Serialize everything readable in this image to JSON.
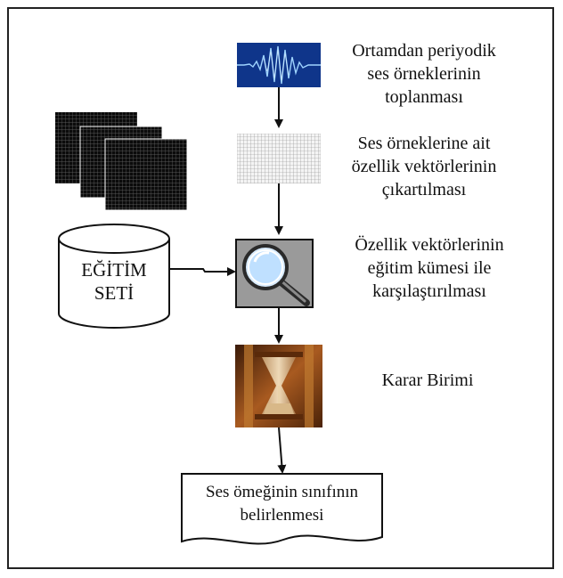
{
  "steps": {
    "collection": [
      "Ortamdan periyodik",
      "ses örneklerinin",
      "toplanması"
    ],
    "feature_extraction": [
      "Ses örneklerine ait",
      "özellik vektörlerinin",
      "çıkartılması"
    ],
    "comparison": [
      "Özellik vektörlerinin",
      "eğitim kümesi ile",
      "karşılaştırılması"
    ],
    "decision": [
      "Karar Birimi"
    ]
  },
  "training_set": [
    "EĞİTİM",
    "SETİ"
  ],
  "result": [
    "Ses ömeğinin sınıfının",
    "belirlenmesi"
  ],
  "icons": {
    "waveform": "sound-wave-icon",
    "spectrogram": "feature-grid-icon",
    "stacked_grids": "spectrogram-stack-icon",
    "magnifier": "magnifying-glass-icon",
    "hourglass": "hourglass-icon",
    "database": "database-cylinder-icon",
    "document": "document-shape-icon"
  },
  "colors": {
    "wave_bg": "#0a2a7a",
    "wave_line": "#9fd4ff",
    "grid_dark": "#0b0b0b",
    "magnifier_bg": "#9a9a9a",
    "hourglass_bg": "#7a3d12"
  }
}
